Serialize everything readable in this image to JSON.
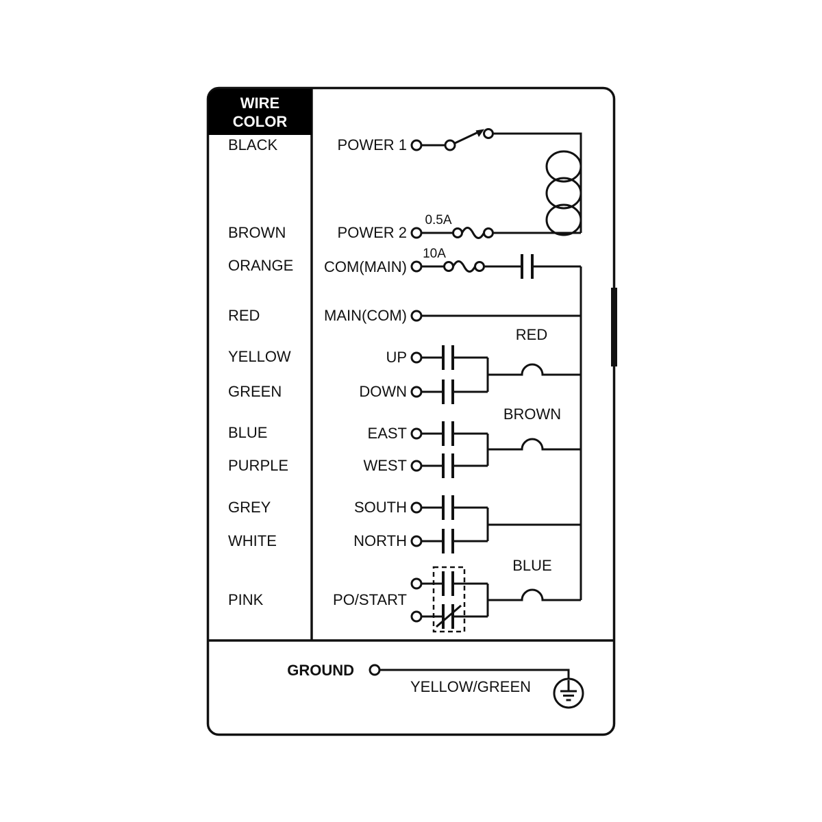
{
  "header": {
    "line1": "WIRE",
    "line2": "COLOR"
  },
  "wire_colors": [
    "BLACK",
    "BROWN",
    "ORANGE",
    "RED",
    "YELLOW",
    "GREEN",
    "BLUE",
    "PURPLE",
    "GREY",
    "WHITE",
    "PINK"
  ],
  "terminals": [
    "POWER 1",
    "POWER 2",
    "COM(MAIN)",
    "MAIN(COM)",
    "UP",
    "DOWN",
    "EAST",
    "WEST",
    "SOUTH",
    "NORTH",
    "PO/START"
  ],
  "fuse_ratings": {
    "power2": "0.5A",
    "com_main": "10A"
  },
  "output_labels": {
    "up_down": "RED",
    "east_west": "BROWN",
    "po_start": "BLUE"
  },
  "ground": {
    "label": "GROUND",
    "wire_color": "YELLOW/GREEN"
  },
  "colors": {
    "line": "#111111",
    "header_bg": "#000000",
    "header_text": "#ffffff"
  }
}
